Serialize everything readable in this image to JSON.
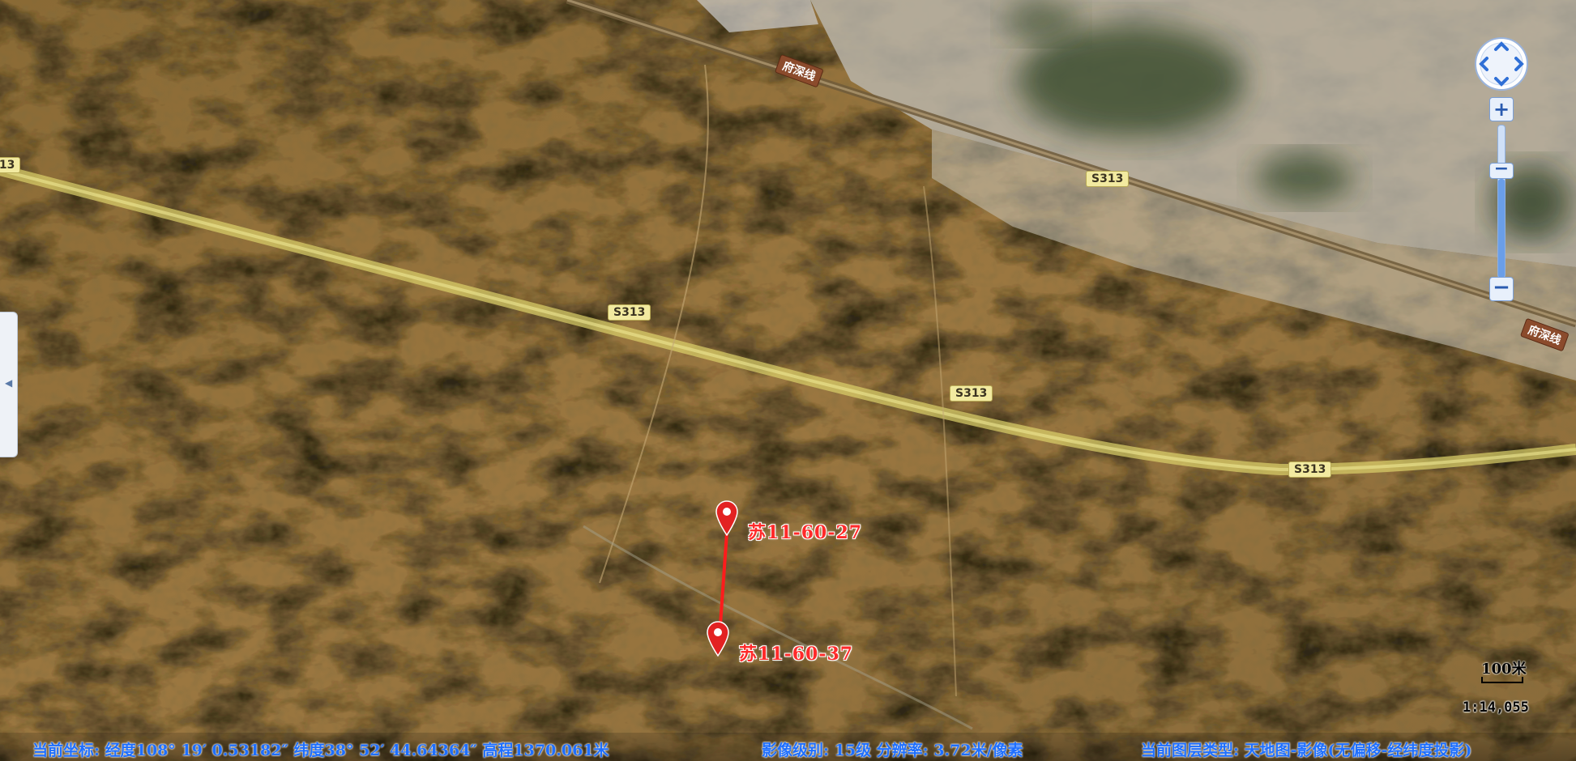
{
  "roads": {
    "provincial_label": "S313",
    "national_label": "府深线"
  },
  "markers": [
    {
      "label": "苏11-60-27"
    },
    {
      "label": "苏11-60-37"
    }
  ],
  "scale": {
    "label": "100米",
    "ratio": "1:14,055"
  },
  "status": {
    "coords": "当前坐标: 经度108° 19′ 0.53182″  纬度38° 52′ 44.64364″  高程1370.061米",
    "imagery": "影像级别: 15级 分辨率: 3.72米/像素",
    "layer": "当前图层类型: 天地图-影像(无偏移-经纬度投影)"
  },
  "zoom": {
    "in_label": "+",
    "out_label": "−",
    "handle_label": "−",
    "level_fraction": 0.7
  },
  "colors": {
    "marker": "#e32222",
    "status_text": "#1e6fff",
    "road_provincial": "#e0d76a"
  },
  "icons": {
    "nav": "pan-arrows-icon",
    "marker": "map-pin-icon",
    "side": "chevron-left-icon"
  }
}
